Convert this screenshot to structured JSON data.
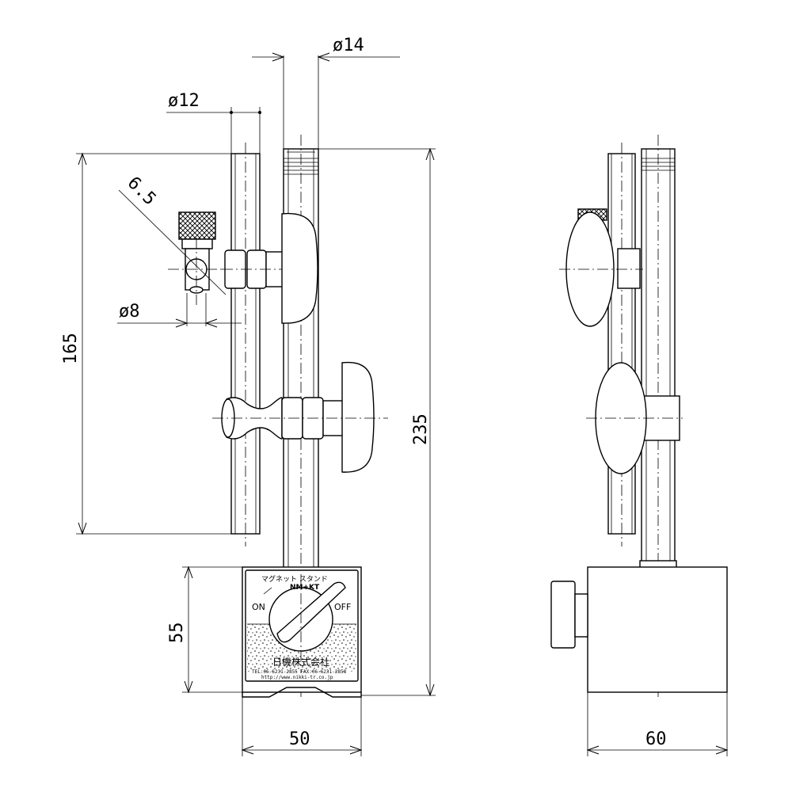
{
  "dimensions": {
    "rod_dia": "ø14",
    "clamp_rod_dia": "ø12",
    "tip_dia": "ø8",
    "angle": "6.5",
    "arm_length": "165",
    "total_height": "235",
    "base_height": "55",
    "base_width": "50",
    "side_depth": "60"
  },
  "plate": {
    "title": "マグネット スタンド",
    "model": "NM+KT",
    "on": "ON",
    "off": "OFF",
    "company": "日機株式会社",
    "tel_fax": "TEL:06-6231-2855 FAX:06-6231-2858",
    "url": "http://www.nikki-tr.co.jp"
  }
}
